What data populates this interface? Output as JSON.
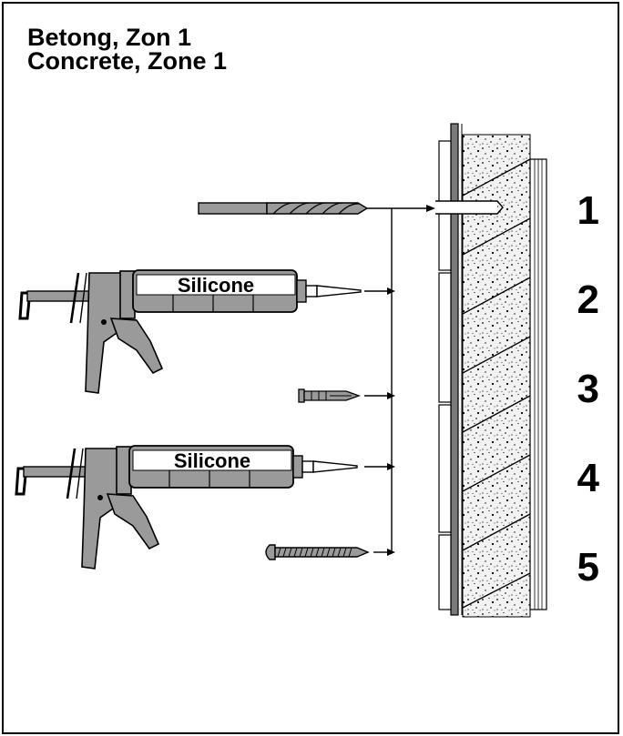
{
  "title": {
    "line1": "Betong, Zon 1",
    "line2": "Concrete, Zone 1"
  },
  "steps": [
    {
      "number": "1",
      "tool": "drill-bit"
    },
    {
      "number": "2",
      "tool": "silicone-gun"
    },
    {
      "number": "3",
      "tool": "wall-plug"
    },
    {
      "number": "4",
      "tool": "silicone-gun"
    },
    {
      "number": "5",
      "tool": "screw"
    }
  ],
  "cartridge_label": "Silicone",
  "colors": {
    "ink": "#000000",
    "paper": "#ffffff",
    "tool_gray": "#9a9a9a",
    "concrete_gray": "#d8d8d8"
  }
}
